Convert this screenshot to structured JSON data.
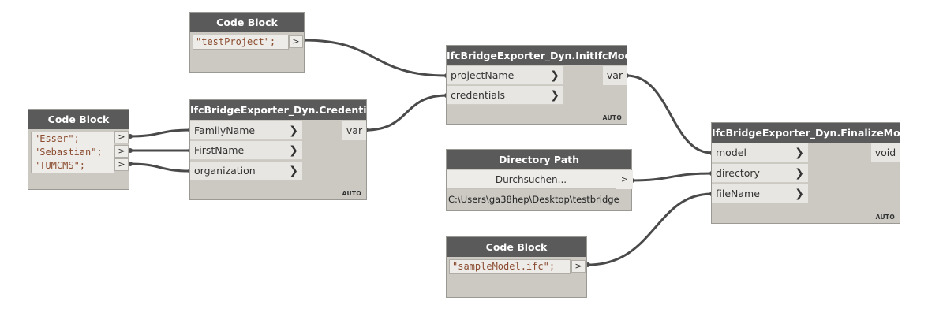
{
  "nodes": {
    "cb_project": {
      "title": "Code Block",
      "lines": [
        "\"testProject\";"
      ],
      "out": ">"
    },
    "cb_names": {
      "title": "Code Block",
      "lines": [
        "\"Esser\";",
        "\"Sebastian\";",
        "\"TUMCMS\";"
      ],
      "outs": [
        ">",
        ">",
        ">"
      ]
    },
    "credentials": {
      "title": "IfcBridgeExporter_Dyn.Credentials",
      "inputs": [
        "FamilyName",
        "FirstName",
        "organization"
      ],
      "output": "var",
      "lacing": "AUTO"
    },
    "init_model": {
      "title": "IfcBridgeExporter_Dyn.InitIfcModel",
      "inputs": [
        "projectName",
        "credentials"
      ],
      "output": "var",
      "lacing": "AUTO"
    },
    "directory_path": {
      "title": "Directory Path",
      "button": "Durchsuchen...",
      "out": ">",
      "path": "C:\\Users\\ga38hep\\Desktop\\testbridge"
    },
    "cb_model": {
      "title": "Code Block",
      "lines": [
        "\"sampleModel.ifc\";"
      ],
      "out": ">"
    },
    "finalize": {
      "title": "IfcBridgeExporter_Dyn.FinalizeModel",
      "inputs": [
        "model",
        "directory",
        "fileName"
      ],
      "output": "void",
      "lacing": "AUTO"
    }
  },
  "colors": {
    "header": "#5a5a5a",
    "body": "#ccc9c3",
    "port": "#e8e6e2",
    "wire": "#4a4a4a",
    "string": "#8b4c30"
  },
  "icons": {
    "input_chevron": "chevron-right-icon"
  }
}
